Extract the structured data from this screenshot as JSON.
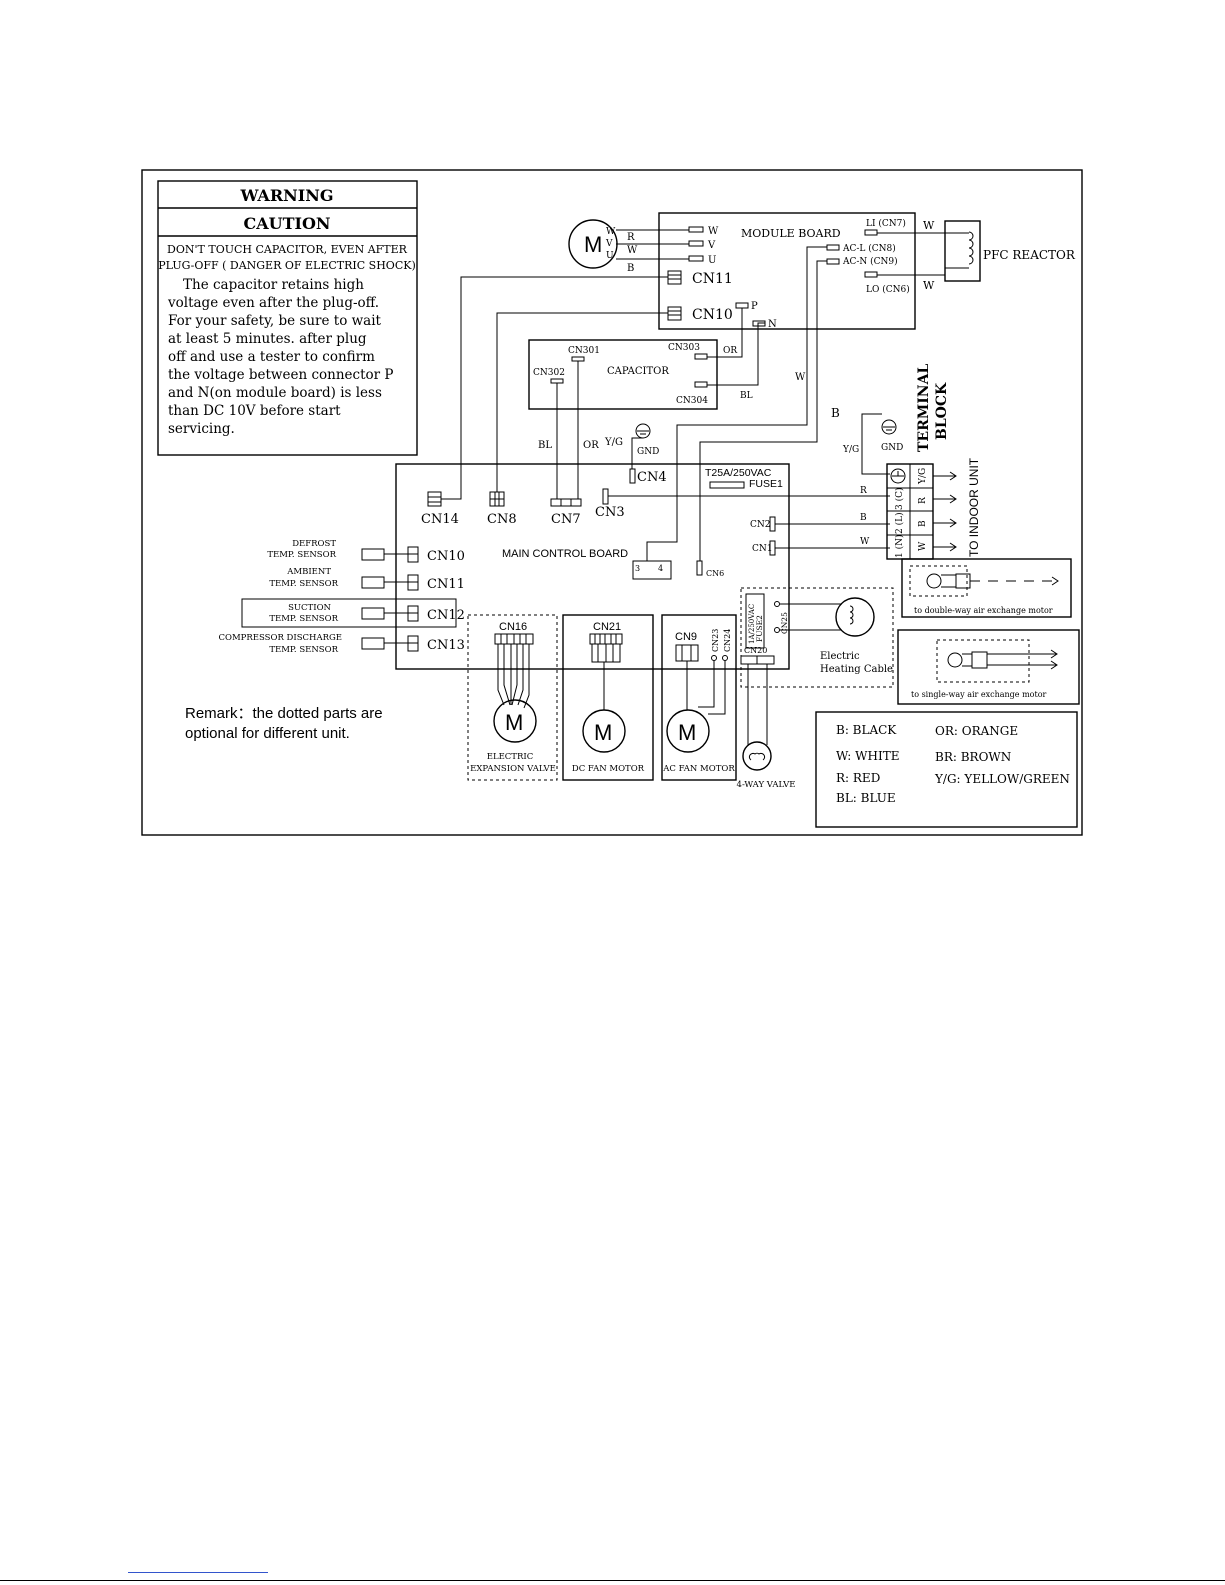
{
  "warning": {
    "title1": "WARNING",
    "title2": "CAUTION",
    "line1": "DON'T TOUCH CAPACITOR, EVEN AFTER",
    "line2": "PLUG-OFF ( DANGER OF ELECTRIC SHOCK)",
    "body": [
      "The capacitor retains high",
      "voltage even after the plug-off.",
      "For your safety, be sure to wait",
      "at least 5 minutes. after plug",
      "off and use a tester to confirm",
      "the voltage between connector P",
      "and N(on module board) is less",
      "than DC 10V before start",
      "servicing."
    ]
  },
  "module_board": {
    "title": "MODULE BOARD",
    "terminals": [
      "W",
      "V",
      "U"
    ],
    "motor_letter": "M",
    "motor_wires": [
      "W",
      "V",
      "U",
      "R",
      "W",
      "B"
    ],
    "cn11": "CN11",
    "cn10": "CN10",
    "p": "P",
    "n": "N",
    "li": "LI  (CN7)",
    "acl": "AC-L (CN8)",
    "acn": "AC-N (CN9)",
    "lo": "LO  (CN6)"
  },
  "pfc": {
    "label": "PFC REACTOR",
    "w1": "W",
    "w2": "W"
  },
  "capacitor": {
    "label": "CAPACITOR",
    "cn301": "CN301",
    "cn302": "CN302",
    "cn303": "CN303",
    "cn304": "CN304",
    "or": "OR",
    "bl": "BL"
  },
  "wires": {
    "w_mid": "W",
    "b_mid": "B",
    "bl": "BL",
    "or": "OR",
    "yg": "Y/G",
    "gnd": "GND",
    "yg2": "Y/G",
    "gnd2": "GND",
    "r": "R",
    "b": "B",
    "w": "W"
  },
  "terminal_block": {
    "title1": "TERMINAL",
    "title2": "BLOCK",
    "rows": [
      {
        "num": "",
        "color": "Y/G"
      },
      {
        "num": "3 (C)",
        "color": "R"
      },
      {
        "num": "2 (L)",
        "color": "B"
      },
      {
        "num": "1 (N)",
        "color": "W"
      }
    ],
    "to_indoor": "TO INDOOR UNIT"
  },
  "main_board": {
    "label": "MAIN CONTROL BOARD",
    "cn14": "CN14",
    "cn8": "CN8",
    "cn7": "CN7",
    "cn3": "CN3",
    "cn4": "CN4",
    "fuse_rating": "T25A/250VAC",
    "fuse": "FUSE1",
    "cn2": "CN2",
    "cn1": "CN1",
    "cn6": "CN6",
    "pin3": "3",
    "pin4": "4",
    "cn10": "CN10",
    "cn11": "CN11",
    "cn12": "CN12",
    "cn13": "CN13",
    "fuse2_rating": "1A/250VAC",
    "fuse2": "FUSE2",
    "cn25": "CN25",
    "cn20": "CN20"
  },
  "sensors": {
    "defrost1": "DEFROST",
    "defrost2": "TEMP. SENSOR",
    "ambient1": "AMBIENT",
    "ambient2": "TEMP. SENSOR",
    "suction1": "SUCTION",
    "suction2": "TEMP. SENSOR",
    "discharge1": "COMPRESSOR DISCHARGE",
    "discharge2": "TEMP. SENSOR"
  },
  "loads": {
    "cn16": "CN16",
    "cn21": "CN21",
    "cn9": "CN9",
    "cn23": "CN23",
    "cn24": "CN24",
    "motor": "M",
    "eev1": "ELECTRIC",
    "eev2": "EXPANSION VALVE",
    "dc_fan": "DC FAN MOTOR",
    "ac_fan": "AC FAN MOTOR",
    "four_way": "4-WAY VALVE",
    "heating1": "Electric",
    "heating2": "Heating Cable",
    "double_way": "to double-way air exchange motor",
    "single_way": "to single-way air exchange motor"
  },
  "remark": {
    "line1": "Remark：the dotted parts are",
    "line2": "optional for different unit."
  },
  "legend": {
    "b": "B:   BLACK",
    "w": "W:   WHITE",
    "r": "R:    RED",
    "bl": "BL:  BLUE",
    "or": "OR:  ORANGE",
    "br": "BR:  BROWN",
    "yg": "Y/G:  YELLOW/GREEN"
  }
}
